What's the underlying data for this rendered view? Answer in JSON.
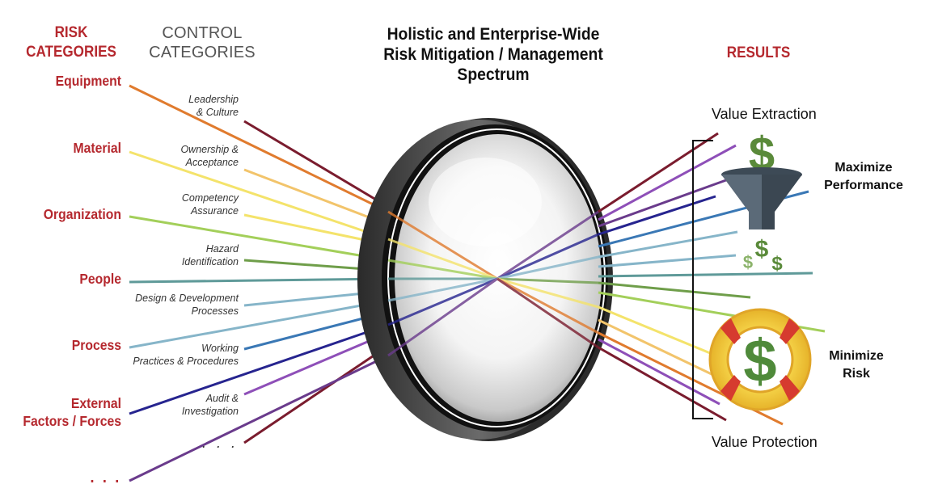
{
  "header": {
    "risk_categories": "RISK\nCATEGORIES",
    "control_categories": "CONTROL\nCATEGORIES",
    "title": "Holistic and Enterprise-Wide\nRisk Mitigation / Management\nSpectrum",
    "results": "RESULTS"
  },
  "risk_categories": [
    "Equipment",
    "Material",
    "Organization",
    "People",
    "Process",
    "External\nFactors / Forces",
    ". . ."
  ],
  "control_categories": [
    "Leadership\n& Culture",
    "Ownership &\nAcceptance",
    "Competency\nAssurance",
    "Hazard\nIdentification",
    "Design & Development\nProcesses",
    "Working\nPractices & Procedures",
    "Audit &\nInvestigation",
    ". . ."
  ],
  "results": {
    "value_extraction": "Value Extraction",
    "value_protection": "Value Protection",
    "maximize_performance": "Maximize\nPerformance",
    "minimize_risk": "Minimize\nRisk"
  },
  "icons": {
    "funnel": "funnel-dollar-icon",
    "lifebuoy": "lifebuoy-dollar-icon",
    "lens": "lens-icon"
  },
  "colors": {
    "accent_red": "#b5282e",
    "dollar_green": "#5a8a3a",
    "rays": [
      "#7a1c2e",
      "#e07b2e",
      "#f2c46b",
      "#f4e36b",
      "#a3cf5a",
      "#6f9e4a",
      "#5f9a99",
      "#86b5c9",
      "#3a78b5",
      "#26248f",
      "#8e4fb8",
      "#6a3b8c"
    ]
  }
}
